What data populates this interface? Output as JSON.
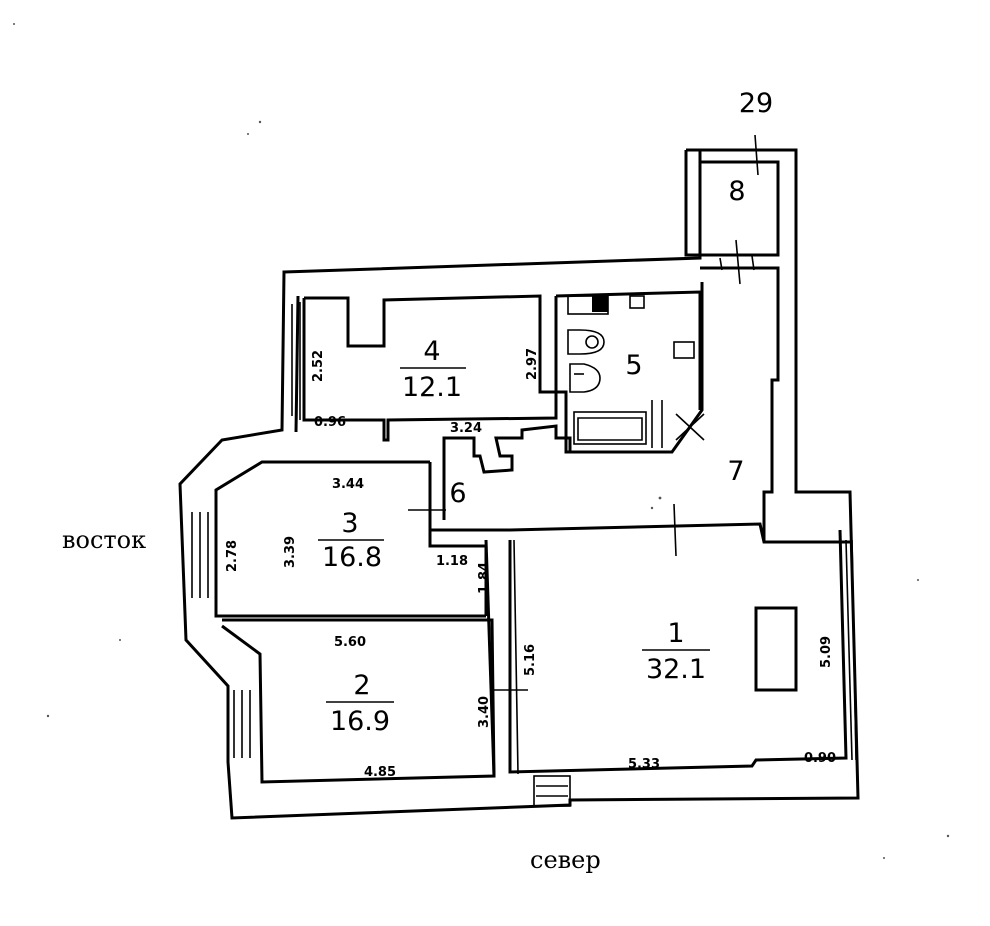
{
  "plan": {
    "apartment_number": "29",
    "compass": {
      "east": "восток",
      "north": "север"
    },
    "rooms": [
      {
        "id": "1",
        "number": "1",
        "area": "32.1"
      },
      {
        "id": "2",
        "number": "2",
        "area": "16.9"
      },
      {
        "id": "3",
        "number": "3",
        "area": "16.8"
      },
      {
        "id": "4",
        "number": "4",
        "area": "12.1"
      },
      {
        "id": "5",
        "number": "5"
      },
      {
        "id": "6",
        "number": "6"
      },
      {
        "id": "7",
        "number": "7"
      },
      {
        "id": "8",
        "number": "8"
      }
    ],
    "dimensions": {
      "r4_left": "2.52",
      "r4_right": "2.97",
      "r4_bottom_left": "0.96",
      "r6_top": "3.24",
      "r3_top": "3.44",
      "r3_left_outer": "2.78",
      "r3_left": "3.39",
      "r3_bottom_right": "1.18",
      "r6_corridor": "1.84",
      "r2_top": "5.60",
      "r2_right": "3.40",
      "r2_bottom": "4.85",
      "r1_left": "5.16",
      "r1_right": "5.09",
      "r1_bottom": "5.33",
      "r1_bottom_right": "0.90"
    }
  }
}
